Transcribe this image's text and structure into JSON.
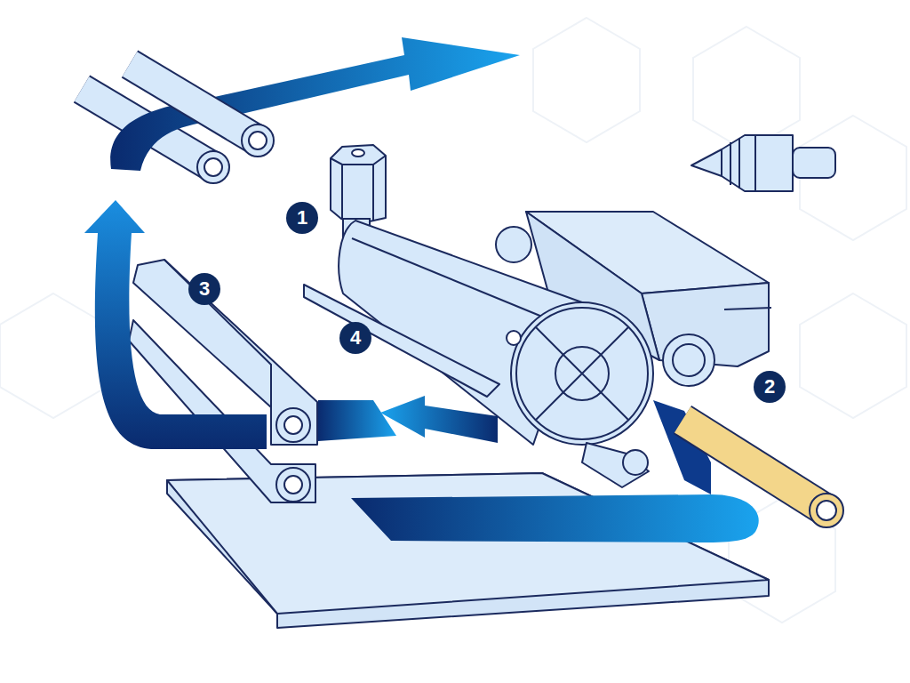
{
  "diagram": {
    "nodes": [
      {
        "text": [
          "1"
        ]
      },
      {
        "text": [
          "3"
        ]
      },
      {
        "text": [
          "4"
        ]
      },
      {
        "text": [
          "2"
        ]
      }
    ]
  }
}
